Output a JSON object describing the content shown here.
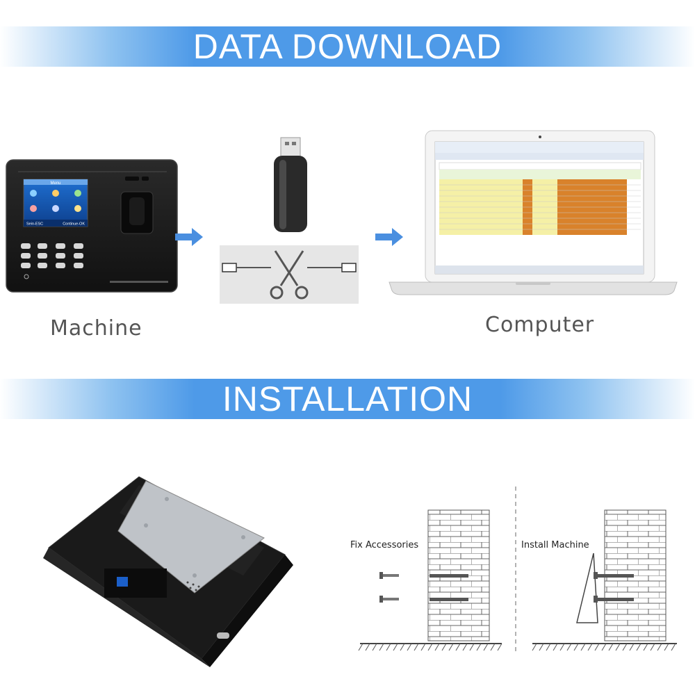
{
  "sections": {
    "download": {
      "title": "DATA DOWNLOAD"
    },
    "installation": {
      "title": "INSTALLATION"
    }
  },
  "captions": {
    "machine": "Machine",
    "computer": "Computer"
  },
  "device_screen": {
    "menu_title": "Menu",
    "left_hint": "Sein-ESC",
    "right_hint": "Continue-OK"
  },
  "diagram": {
    "step1": "Fix Accessories",
    "step2": "Install Machine"
  },
  "icons": {
    "arrow": "right-arrow-icon",
    "usb": "usb-drive-icon",
    "cable": "usb-cable-cut-icon",
    "scissors": "scissors-icon"
  },
  "colors": {
    "banner": "#4e9ae8",
    "arrow": "#4a8fe0",
    "device": "#1c1c1c"
  }
}
